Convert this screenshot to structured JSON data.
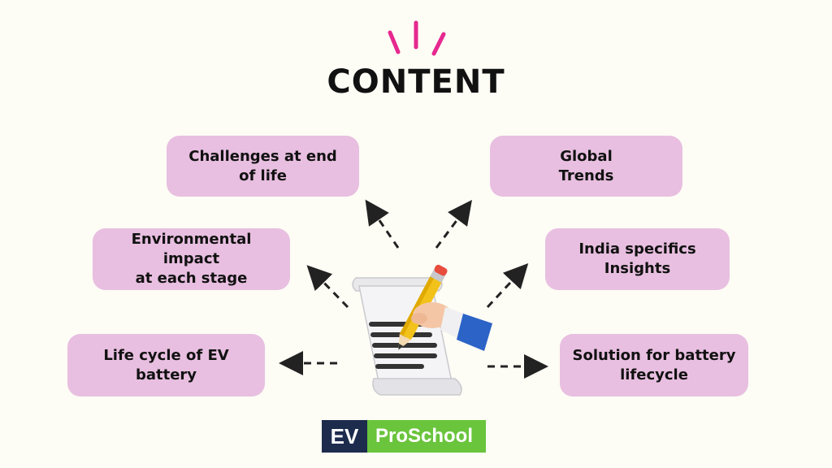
{
  "title": "CONTENT",
  "colors": {
    "box_fill": "#e8bfe0",
    "accent_spark": "#e6288f",
    "arrow": "#222222",
    "logo_dark": "#1d2b4d",
    "logo_green": "#6ac43c"
  },
  "topics": {
    "top_left": "Challenges at end\nof life",
    "top_right": "Global\nTrends",
    "middle_left": "Environmental impact\nat each stage",
    "middle_right": "India specifics\nInsights",
    "bottom_left": "Life cycle of EV\nbattery",
    "bottom_right": "Solution for battery\nlifecycle"
  },
  "logo": {
    "ev": "EV",
    "proschool": "ProSchool"
  },
  "icons": {
    "center": "pencil-writing-on-paper-icon",
    "decoration": "sparkle-lines-icon"
  }
}
